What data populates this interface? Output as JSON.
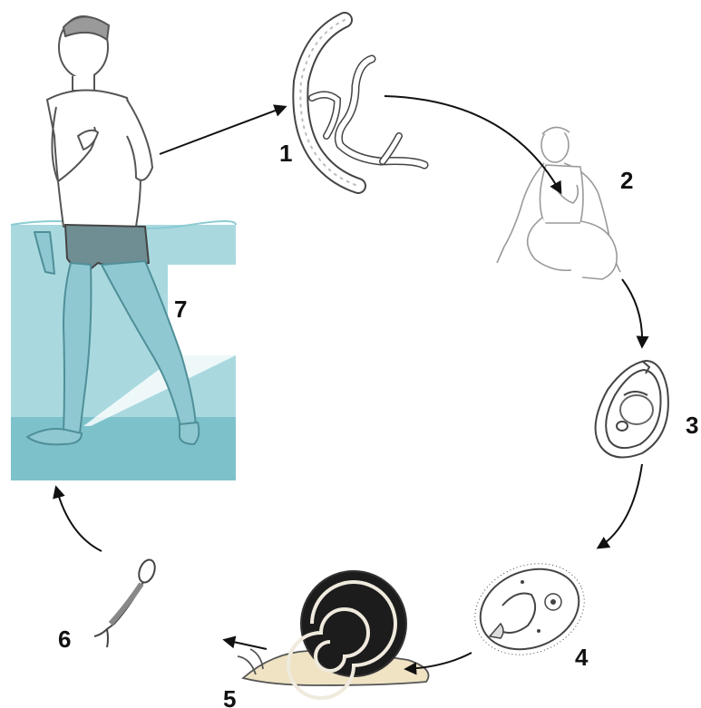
{
  "diagram": {
    "labels": [
      "1",
      "2",
      "3",
      "4",
      "5",
      "6",
      "7"
    ]
  },
  "colors": {
    "water": "#a9d9df",
    "water_light": "#cfeaed",
    "water_floor": "#6fb9c4",
    "skin_line": "#666666",
    "arrow": "#111111",
    "snail_shell": "#1c1c1c",
    "snail_body": "#efe3c4"
  },
  "icons": [
    "man-wading-icon",
    "adult-worm-icon",
    "crouching-person-icon",
    "egg-icon",
    "miracidium-icon",
    "snail-icon",
    "cercaria-icon"
  ]
}
